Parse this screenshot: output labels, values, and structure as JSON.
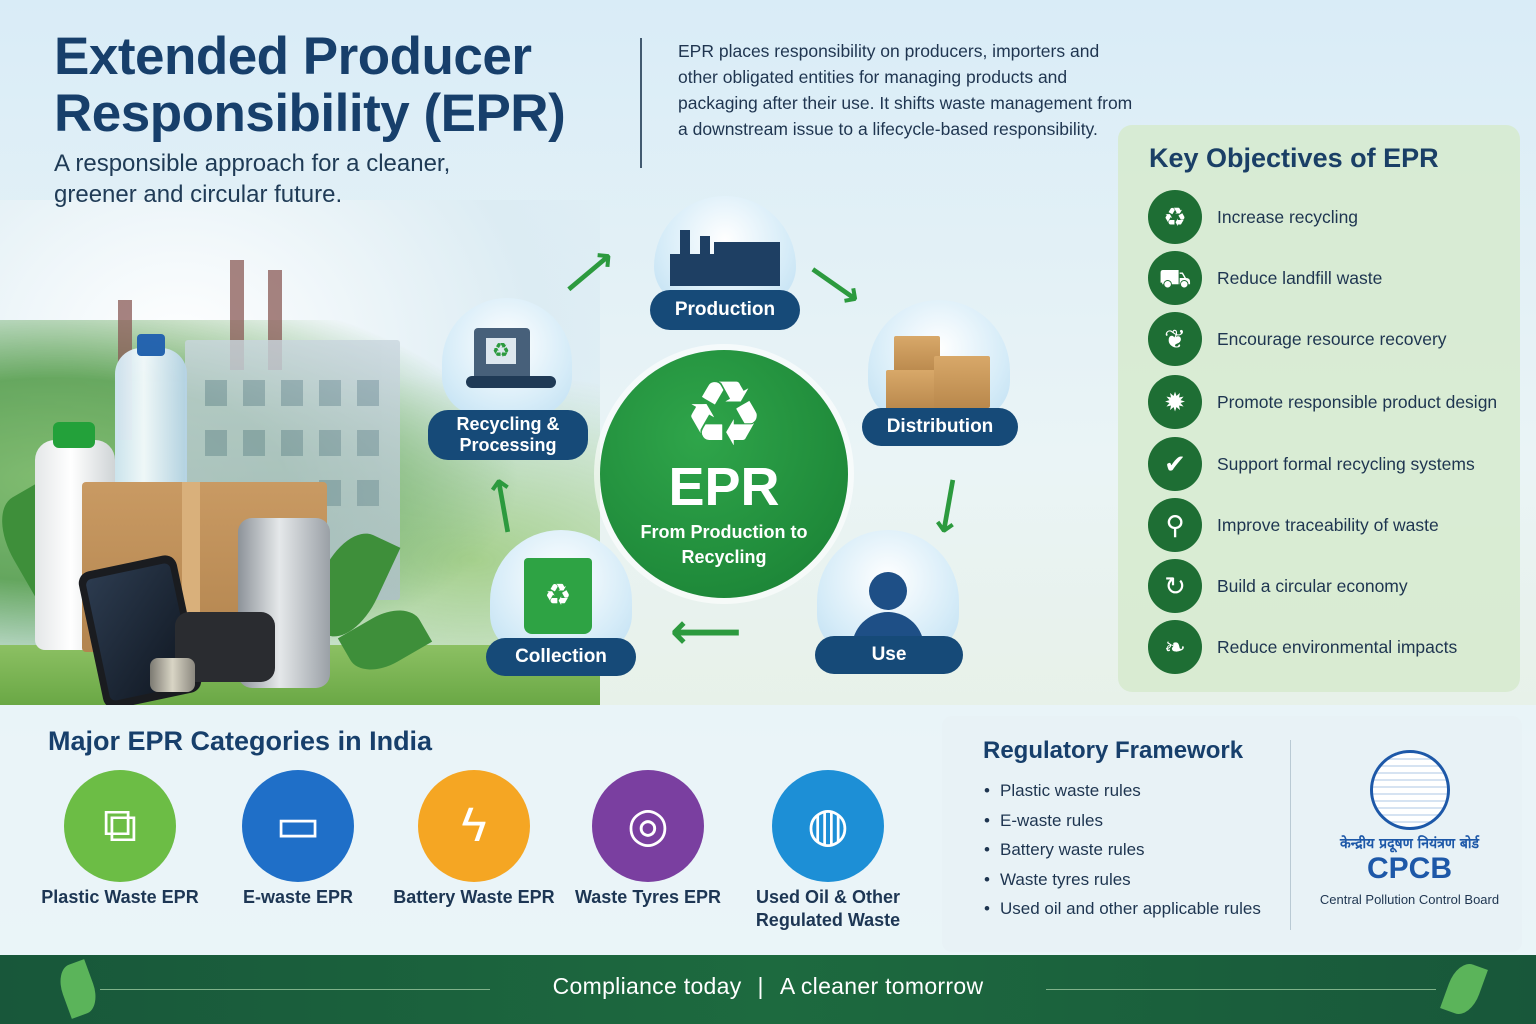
{
  "header": {
    "title_line1": "Extended Producer",
    "title_line2": "Responsibility (EPR)",
    "subtitle": "A responsible approach for a cleaner, greener and circular future.",
    "intro": "EPR places responsibility on producers, importers and other obligated entities for managing products and packaging after their use. It shifts waste management from a downstream issue to a lifecycle-based responsibility."
  },
  "cycle": {
    "hub_title": "EPR",
    "hub_subtitle": "From Production to Recycling",
    "stages": [
      {
        "label": "Production",
        "icon": "factory-icon"
      },
      {
        "label": "Distribution",
        "icon": "boxes-icon"
      },
      {
        "label": "Use",
        "icon": "person-icon"
      },
      {
        "label": "Collection",
        "icon": "recycle-bin-icon"
      },
      {
        "label": "Recycling & Processing",
        "icon": "recycling-plant-icon"
      }
    ]
  },
  "objectives": {
    "title": "Key Objectives of EPR",
    "items": [
      {
        "label": "Increase recycling",
        "icon": "recycle-icon"
      },
      {
        "label": "Reduce landfill waste",
        "icon": "truck-icon"
      },
      {
        "label": "Encourage resource recovery",
        "icon": "leaf-icon"
      },
      {
        "label": "Promote responsible product design",
        "icon": "lightbulb-icon"
      },
      {
        "label": "Support formal recycling systems",
        "icon": "shield-check-icon"
      },
      {
        "label": "Improve traceability of waste",
        "icon": "magnifier-icon"
      },
      {
        "label": "Build a circular economy",
        "icon": "circular-arrow-icon"
      },
      {
        "label": "Reduce environmental impacts",
        "icon": "sprout-icon"
      }
    ]
  },
  "categories": {
    "title": "Major EPR Categories in India",
    "items": [
      {
        "label": "Plastic Waste EPR",
        "icon": "bottles-icon",
        "color": "#6cbd45"
      },
      {
        "label": "E-waste EPR",
        "icon": "devices-icon",
        "color": "#1f6fc8"
      },
      {
        "label": "Battery Waste EPR",
        "icon": "battery-icon",
        "color": "#f5a623"
      },
      {
        "label": "Waste Tyres EPR",
        "icon": "tyre-icon",
        "color": "#7a3fa0"
      },
      {
        "label": "Used Oil & Other Regulated Waste",
        "icon": "oil-jar-icon",
        "color": "#1d8fd6"
      }
    ]
  },
  "regulatory": {
    "title": "Regulatory Framework",
    "rules": [
      "Plastic waste rules",
      "E-waste rules",
      "Battery waste rules",
      "Waste tyres rules",
      "Used oil and other applicable rules"
    ],
    "org_hindi": "केन्द्रीय प्रदूषण नियंत्रण बोर्ड",
    "org_abbr": "CPCB",
    "org_full": "Central Pollution Control Board"
  },
  "footer": {
    "left": "Compliance today",
    "separator": "|",
    "right": "A cleaner tomorrow"
  },
  "colors": {
    "navy": "#173f6b",
    "green": "#1f8a3a",
    "footer_green": "#1d6a3f"
  }
}
